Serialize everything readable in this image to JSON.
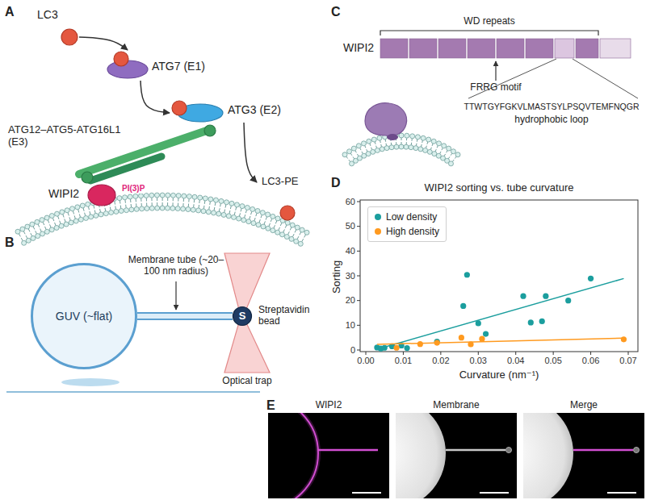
{
  "diagram": {
    "nodes": [
      {
        "text": [
          "LC3"
        ]
      },
      {
        "text": [
          "ATG7 (E1)"
        ]
      },
      {
        "text": [
          "ATG3 (E2)"
        ]
      },
      {
        "text": [
          "ATG12–ATG5-ATG16L1 (E3)"
        ]
      },
      {
        "text": [
          "WIPI2"
        ]
      },
      {
        "text": [
          "LC3-PE"
        ]
      },
      {
        "text": [
          "GUV (~flat)"
        ]
      },
      {
        "text": [
          "S"
        ]
      },
      {
        "text": [
          "WIPI2"
        ]
      }
    ],
    "edges": [
      {
        "from": 0,
        "to": 1,
        "arrow": "to"
      },
      {
        "from": 1,
        "to": 2,
        "arrow": "to"
      },
      {
        "from": 2,
        "to": 5,
        "arrow": "to"
      },
      {
        "from": 6,
        "to": 7,
        "arrow": "none"
      }
    ],
    "labels": [
      "A",
      "B",
      "C",
      "D",
      "E",
      "PI(3)P",
      "Membrane tube (~20–100 nm radius)",
      "Streptavidin bead",
      "Optical trap",
      "WD repeats",
      "FRRG motif",
      "TTWTGYFGKVLMASTSYLPSQVTEMFNQGR",
      "hydrophobic loop",
      "WIPI2 sorting vs. tube curvature",
      "Sorting",
      "Curvature (nm⁻¹)",
      "0",
      "10",
      "20",
      "30",
      "40",
      "50",
      "60",
      "0.00",
      "0.01",
      "0.02",
      "0.03",
      "0.04",
      "0.05",
      "0.06",
      "0.07",
      "WIPI2",
      "Membrane",
      "Merge"
    ],
    "legend": [
      {
        "text": "Low density",
        "color": "#1b9e9e"
      },
      {
        "text": "High density",
        "color": "#ff9a1f"
      }
    ]
  }
}
